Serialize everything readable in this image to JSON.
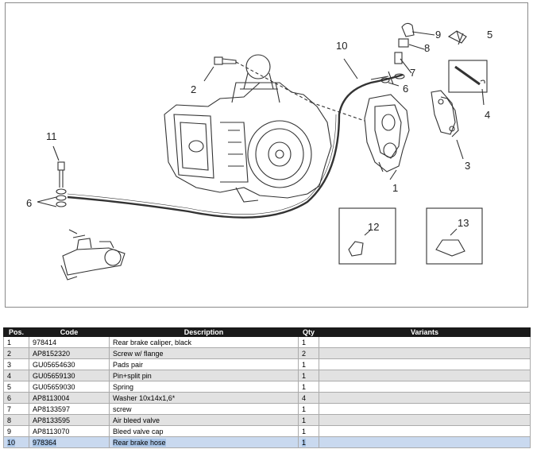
{
  "diagram": {
    "callouts": [
      "1",
      "2",
      "3",
      "4",
      "5",
      "6",
      "7",
      "8",
      "9",
      "10",
      "11",
      "12",
      "13"
    ]
  },
  "table": {
    "headers": [
      "Pos.",
      "Code",
      "Description",
      "Qty",
      "Variants"
    ],
    "rows": [
      {
        "pos": "1",
        "code": "978414",
        "description": "Rear brake caliper, black",
        "qty": "1",
        "variants": ""
      },
      {
        "pos": "2",
        "code": "AP8152320",
        "description": "Screw w/ flange",
        "qty": "2",
        "variants": ""
      },
      {
        "pos": "3",
        "code": "GU05654630",
        "description": "Pads pair",
        "qty": "1",
        "variants": ""
      },
      {
        "pos": "4",
        "code": "GU05659130",
        "description": "Pin+split pin",
        "qty": "1",
        "variants": ""
      },
      {
        "pos": "5",
        "code": "GU05659030",
        "description": "Spring",
        "qty": "1",
        "variants": ""
      },
      {
        "pos": "6",
        "code": "AP8113004",
        "description": "Washer 10x14x1,6*",
        "qty": "4",
        "variants": ""
      },
      {
        "pos": "7",
        "code": "AP8133597",
        "description": "screw",
        "qty": "1",
        "variants": ""
      },
      {
        "pos": "8",
        "code": "AP8133595",
        "description": "Air bleed valve",
        "qty": "1",
        "variants": ""
      },
      {
        "pos": "9",
        "code": "AP8113070",
        "description": "Bleed valve cap",
        "qty": "1",
        "variants": ""
      },
      {
        "pos": "10",
        "code": "978364",
        "description": "Rear brake hose",
        "qty": "1",
        "variants": ""
      }
    ]
  }
}
